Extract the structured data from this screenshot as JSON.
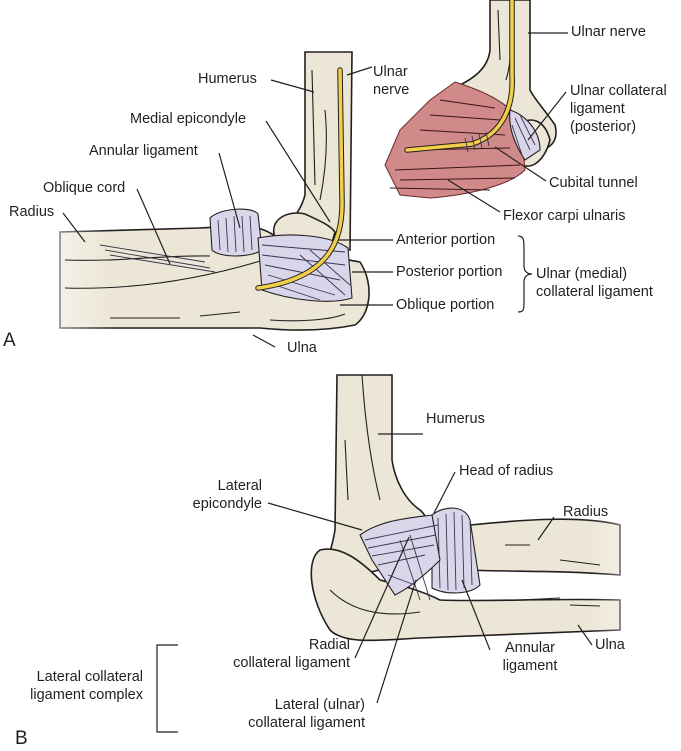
{
  "figure": {
    "panel_a": {
      "letter": "A",
      "labels": {
        "humerus": "Humerus",
        "ulnar_nerve_left_1": "Ulnar",
        "ulnar_nerve_left_2": "nerve",
        "medial_epicondyle": "Medial epicondyle",
        "annular_ligament": "Annular ligament",
        "oblique_cord": "Oblique cord",
        "radius": "Radius",
        "ulna": "Ulna",
        "ulnar_nerve_right": "Ulnar nerve",
        "ucl_posterior_1": "Ulnar collateral",
        "ucl_posterior_2": "ligament",
        "ucl_posterior_3": "(posterior)",
        "cubital_tunnel": "Cubital tunnel",
        "flexor_carpi_ulnaris": "Flexor carpi ulnaris",
        "anterior_portion": "Anterior portion",
        "posterior_portion": "Posterior portion",
        "oblique_portion": "Oblique portion",
        "ucl_group_1": "Ulnar (medial)",
        "ucl_group_2": "collateral ligament"
      }
    },
    "panel_b": {
      "letter": "B",
      "labels": {
        "humerus": "Humerus",
        "head_of_radius": "Head of radius",
        "lateral_epicondyle_1": "Lateral",
        "lateral_epicondyle_2": "epicondyle",
        "radius": "Radius",
        "radial_collateral_1": "Radial",
        "radial_collateral_2": "collateral ligament",
        "annular_ligament_1": "Annular",
        "annular_ligament_2": "ligament",
        "ulna": "Ulna",
        "lateral_ulnar_collateral_1": "Lateral (ulnar)",
        "lateral_ulnar_collateral_2": "collateral ligament",
        "lcl_complex_1": "Lateral collateral",
        "lcl_complex_2": "ligament complex"
      }
    },
    "colors": {
      "bone": "#ece6d6",
      "ligament": "#d9d6ea",
      "nerve": "#f2cf4a",
      "muscle": "#d08a8a"
    }
  }
}
